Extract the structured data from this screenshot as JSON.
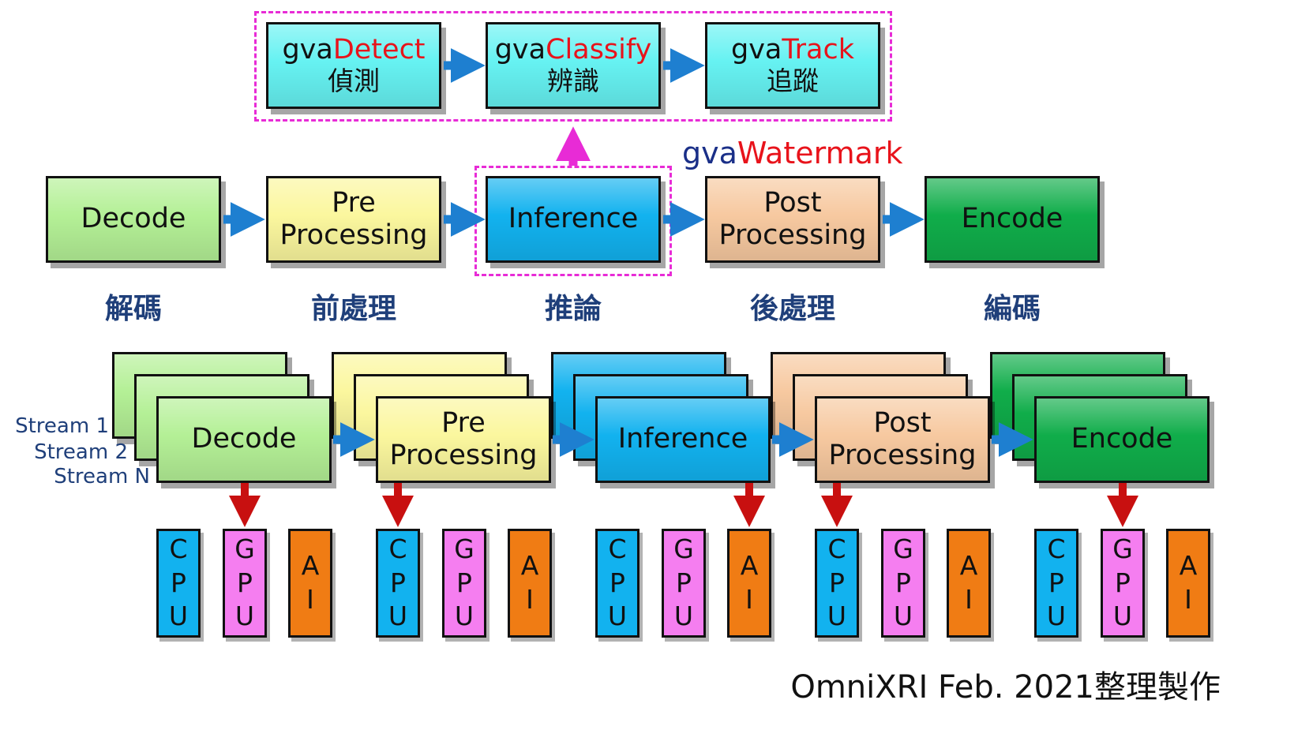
{
  "gva_plugins": [
    {
      "prefix": "gva",
      "name": "Detect",
      "cn": "偵測"
    },
    {
      "prefix": "gva",
      "name": "Classify",
      "cn": "辨識"
    },
    {
      "prefix": "gva",
      "name": "Track",
      "cn": "追蹤"
    }
  ],
  "watermark": {
    "prefix": "gva",
    "name": "Watermark"
  },
  "pipeline": [
    {
      "line1": "Decode",
      "line2": "",
      "cn": "解碼"
    },
    {
      "line1": "Pre",
      "line2": "Processing",
      "cn": "前處理"
    },
    {
      "line1": "Inference",
      "line2": "",
      "cn": "推論"
    },
    {
      "line1": "Post",
      "line2": "Processing",
      "cn": "後處理"
    },
    {
      "line1": "Encode",
      "line2": "",
      "cn": "編碼"
    }
  ],
  "streams": [
    "Stream 1",
    "Stream 2",
    "Stream N"
  ],
  "chips": {
    "cpu": [
      "C",
      "P",
      "U"
    ],
    "gpu": [
      "G",
      "P",
      "U"
    ],
    "ai": [
      "A",
      "I"
    ]
  },
  "assignments": [
    "GPU",
    "CPU",
    "AI",
    "CPU",
    "GPU"
  ],
  "credit": "OmniXRI Feb. 2021整理製作",
  "colors": {
    "accent_red": "#e8131b",
    "dashed_magenta": "#e82bd6",
    "arrow_blue": "#1e7fd0",
    "arrow_red": "#c81010"
  }
}
